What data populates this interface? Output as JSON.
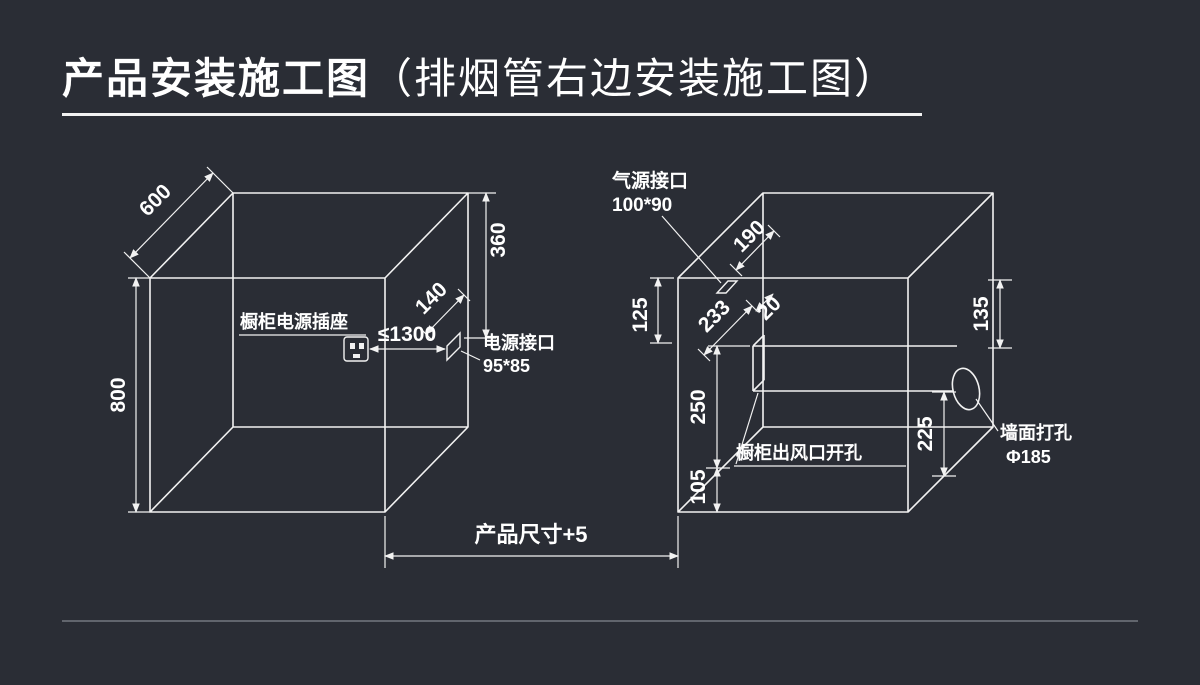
{
  "title": {
    "main": "产品安装施工图",
    "paren": "（排烟管右边安装施工图）"
  },
  "colors": {
    "background": "#2a2d35",
    "line": "#f2f2f2",
    "text": "#ffffff"
  },
  "left_cabinet": {
    "depth_dim": "600",
    "height_dim": "800",
    "port_drop_dim": "360",
    "port_inset_dim": "140",
    "socket_label": "橱柜电源插座",
    "socket_distance_dim": "≤1300",
    "power_port_title": "电源接口",
    "power_port_size": "95*85"
  },
  "right_cabinet": {
    "gas_port_title": "气源接口",
    "gas_port_size": "100*90",
    "gas_port_inset_dim": "190",
    "top_drop_dim": "125",
    "duct_inset_dim": "233",
    "duct_gap_dim": "20",
    "duct_height_dim": "250",
    "duct_floor_gap_dim": "105",
    "outlet_label": "橱柜出风口开孔",
    "wall_top_gap_dim": "135",
    "hole_floor_gap_dim": "225",
    "wall_hole_title": "墙面打孔",
    "wall_hole_size": "Φ185"
  },
  "footer": {
    "product_size_dim": "产品尺寸+5"
  }
}
